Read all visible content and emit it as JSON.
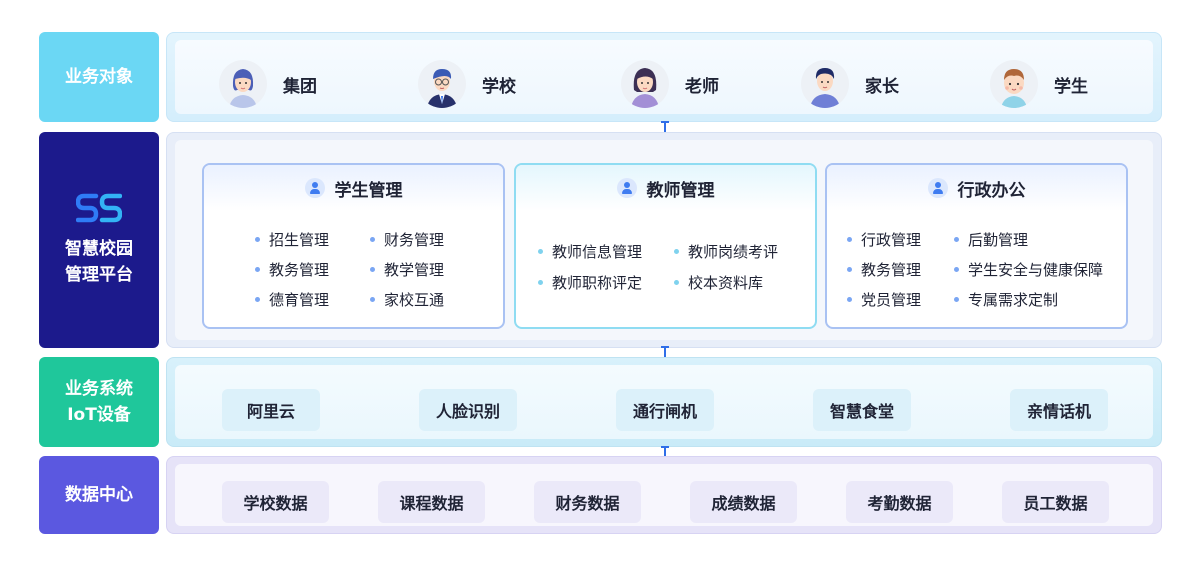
{
  "layers": {
    "business_objects": {
      "label": "业务对象",
      "roles": [
        {
          "label": "集团",
          "icon": "woman-avatar-icon"
        },
        {
          "label": "学校",
          "icon": "man-glasses-avatar-icon"
        },
        {
          "label": "老师",
          "icon": "woman-teacher-avatar-icon"
        },
        {
          "label": "家长",
          "icon": "man-parent-avatar-icon"
        },
        {
          "label": "学生",
          "icon": "child-avatar-icon"
        }
      ]
    },
    "platform": {
      "label_line1": "智慧校园",
      "label_line2": "管理平台",
      "logo_icon": "ss-logo-icon",
      "modules": [
        {
          "title": "学生管理",
          "items": [
            "招生管理",
            "财务管理",
            "教务管理",
            "教学管理",
            "德育管理",
            "家校互通"
          ]
        },
        {
          "title": "教师管理",
          "items": [
            "教师信息管理",
            "教师岗绩考评",
            "教师职称评定",
            "校本资料库"
          ]
        },
        {
          "title": "行政办公",
          "items": [
            "行政管理",
            "后勤管理",
            "教务管理",
            "学生安全与健康保障",
            "党员管理",
            "专属需求定制"
          ]
        }
      ]
    },
    "systems": {
      "label_line1": "业务系统",
      "label_line2": "IoT设备",
      "items": [
        "阿里云",
        "人脸识别",
        "通行闸机",
        "智慧食堂",
        "亲情话机"
      ]
    },
    "data_center": {
      "label": "数据中心",
      "items": [
        "学校数据",
        "课程数据",
        "财务数据",
        "成绩数据",
        "考勤数据",
        "员工数据"
      ]
    }
  },
  "colors": {
    "business_objects": "#6bd7f4",
    "platform": "#1c1a8c",
    "systems": "#1fc79b",
    "data_center": "#5b58e0",
    "arrow": "#2f6ee8"
  }
}
